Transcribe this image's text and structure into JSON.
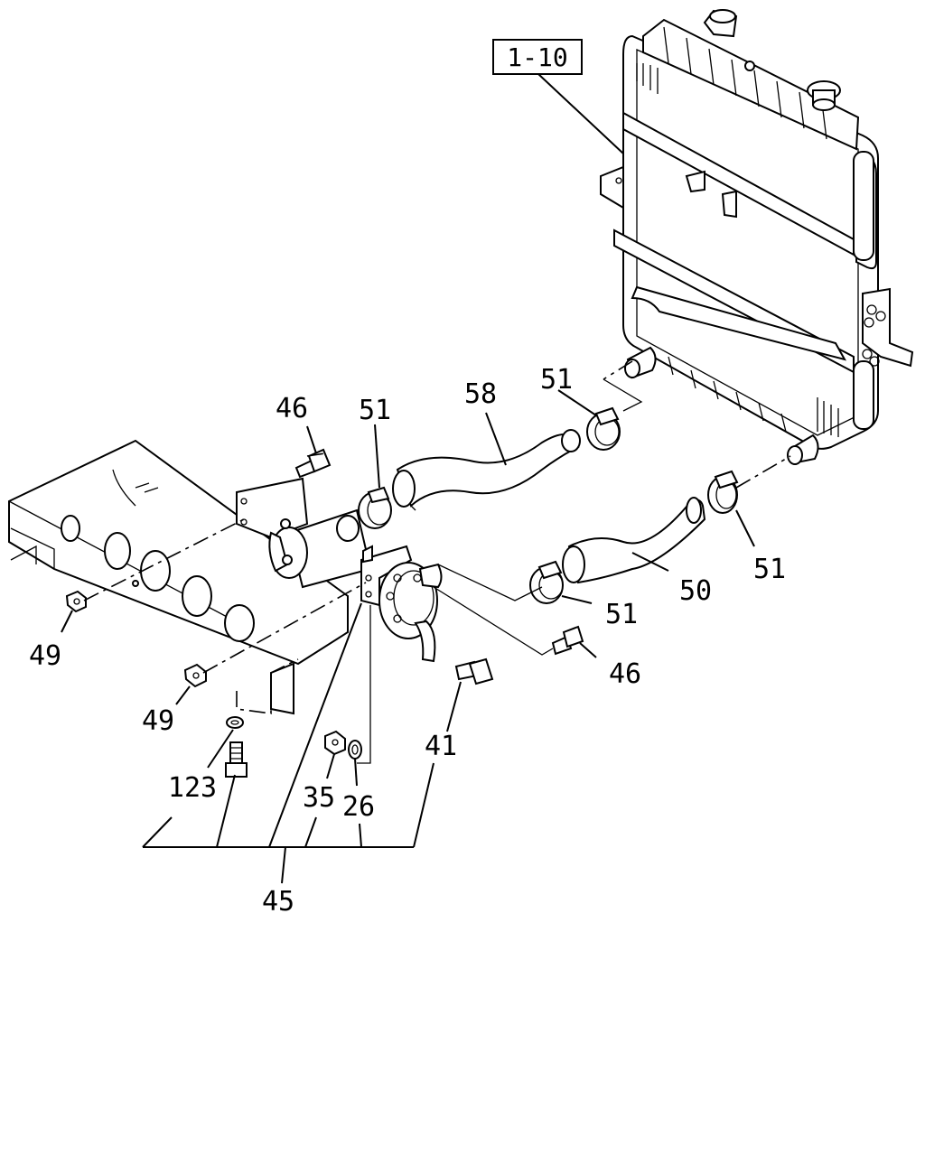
{
  "reference_box": "1-10",
  "callouts": {
    "c46_top": "46",
    "c51_left": "51",
    "c58": "58",
    "c51_top": "51",
    "c51_right": "51",
    "c50": "50",
    "c51_mid": "51",
    "c46_right": "46",
    "c49_top": "49",
    "c49_bottom": "49",
    "c41": "41",
    "c123": "123",
    "c35": "35",
    "c26": "26",
    "c45": "45"
  }
}
